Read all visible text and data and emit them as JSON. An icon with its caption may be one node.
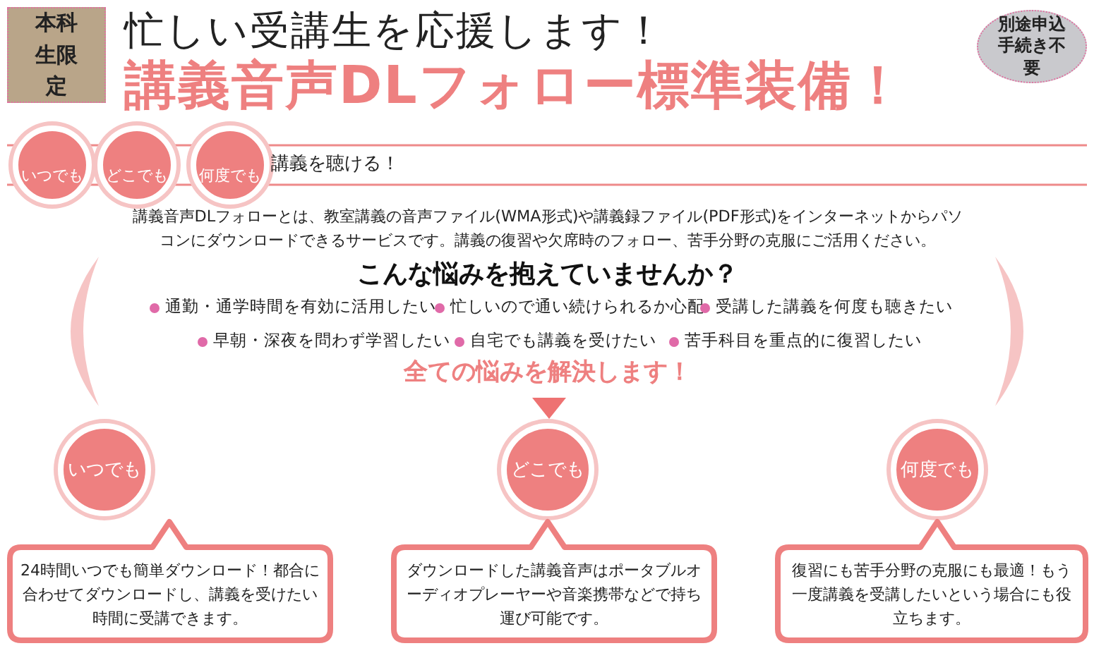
{
  "diagram": {
    "title": "講義音声DLフォロー標準装備！",
    "nodes": [
      {
        "text": [
          "本科生限定"
        ]
      },
      {
        "text": [
          "別途申込手続き不要"
        ]
      },
      {
        "text": [
          "いつでも"
        ]
      },
      {
        "text": [
          "どこでも"
        ]
      },
      {
        "text": [
          "何度でも"
        ]
      },
      {
        "text": [
          "いつでも"
        ]
      },
      {
        "text": [
          "どこでも"
        ]
      },
      {
        "text": [
          "何度でも"
        ]
      },
      {
        "text": [
          "24時間いつでも簡単ダウンロード！都合に合わせてダウンロードし、講義を受けたい時間に受講できます。"
        ]
      },
      {
        "text": [
          "ダウンロードした講義音声はポータブルオーディオプレーヤーや音楽携帯などで持ち運び可能です。"
        ]
      },
      {
        "text": [
          "復習にも苦手分野の克服にも最適！もう一度講義を受講したいという場合にも役立ちます。"
        ]
      }
    ],
    "labels": [
      "忙しい受講生を応援します！",
      "講義を聴ける！",
      "講義音声DLフォローとは、教室講義の音声ファイル(WMA形式)や講義録ファイル(PDF形式)をインターネットからパソコンにダウンロードできるサービスです。講義の復習や欠席時のフォロー、苦手分野の克服にご活用ください。",
      "こんな悩みを抱えていませんか？",
      "通勤・通学時間を有効に活用したい",
      "忙しいので通い続けられるか心配",
      "受講した講義を何度も聴きたい",
      "早朝・深夜を問わず学習したい",
      "自宅でも講義を受けたい",
      "苦手科目を重点的に復習したい",
      "全ての悩みを解決します！"
    ]
  }
}
